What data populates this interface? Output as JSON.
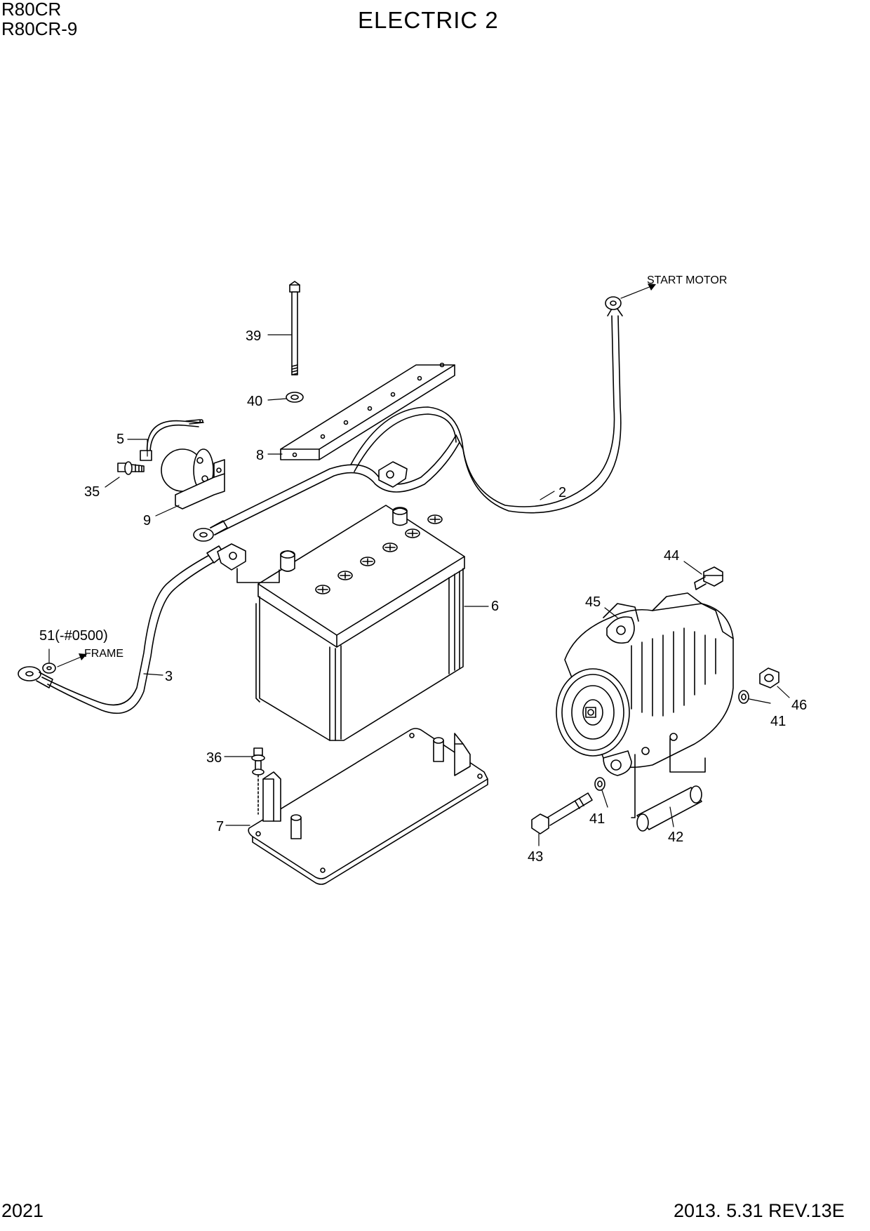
{
  "header": {
    "model_line1": "R80CR",
    "model_line2": "R80CR-9",
    "title": "ELECTRIC 2"
  },
  "footer": {
    "page_number": "2021",
    "revision": "2013. 5.31  REV.13E"
  },
  "diagram": {
    "callouts": {
      "c39": "39",
      "c40": "40",
      "c8": "8",
      "c5": "5",
      "c35": "35",
      "c9": "9",
      "c2": "2",
      "c6": "6",
      "c3": "3",
      "c51": "51(-#0500)",
      "c36": "36",
      "c7": "7",
      "c44": "44",
      "c45": "45",
      "c46": "46",
      "c41a": "41",
      "c41b": "41",
      "c42": "42",
      "c43": "43"
    },
    "annotations": {
      "start_motor": "START MOTOR",
      "frame": "FRAME"
    }
  }
}
